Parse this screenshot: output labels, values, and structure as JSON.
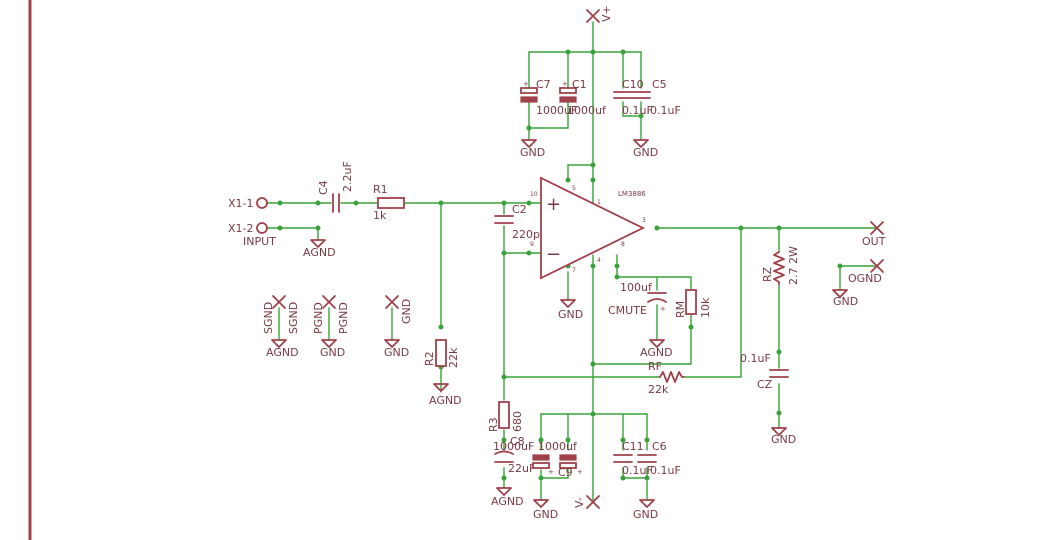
{
  "power": {
    "vplus": "V+",
    "vminus": "V-"
  },
  "supply_caps": {
    "c7": "C7",
    "c7_val": "1000uF",
    "c1": "C1",
    "c1_val": "1000uf",
    "c10": "C10",
    "c10_val": "0.1uF",
    "c5": "C5",
    "c5_val": "0.1uF",
    "c8": "C8",
    "c8_val": "1000uF",
    "c9": "C9",
    "c9_val": "1000uf",
    "c11": "C11",
    "c11_val": "0.1uF",
    "c6": "C6",
    "c6_val": "0.1uF"
  },
  "input": {
    "x1_1": "X1-1",
    "x1_2": "X1-2",
    "input_label": "INPUT",
    "c4": "C4",
    "c4_val": "2.2uF",
    "r1": "R1",
    "r1_val": "1k",
    "r2": "R2",
    "r2_val": "22k",
    "c2": "C2",
    "c2_val": "220pF"
  },
  "opamp": {
    "name": "LM3886",
    "plus": "+",
    "minus": "−",
    "pins": {
      "p1": "1",
      "p3": "3",
      "p4": "4",
      "p5": "5",
      "p7": "7",
      "p8": "8",
      "p9": "9",
      "p10": "10"
    }
  },
  "feedback": {
    "rf": "RF",
    "rf_val": "22k",
    "r3": "R3",
    "r3_val": "680",
    "c3": "C3",
    "c3_val": "22uF"
  },
  "mute": {
    "cmute": "CMUTE",
    "cmute_val": "100uf",
    "rm": "RM",
    "rm_val": "10k"
  },
  "output": {
    "out": "OUT",
    "ognd": "OGND",
    "rz": "RZ",
    "rz_val": "2.7 2W",
    "cz": "CZ",
    "cz_val": "0.1uF"
  },
  "ground_nets": {
    "sgnd": "SGND",
    "pgnd": "PGND",
    "gnd": "GND",
    "agnd": "AGND"
  },
  "polarity": {
    "plus": "+"
  }
}
